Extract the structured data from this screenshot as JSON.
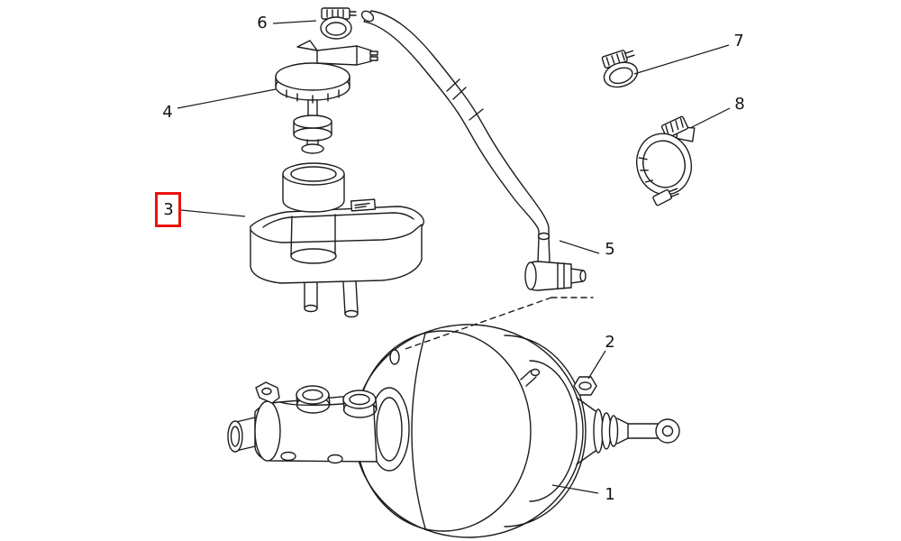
{
  "diagram": {
    "background_color": "#ffffff",
    "line_color": "#1c1c1c",
    "highlight_color": "#e8130c",
    "callouts": [
      {
        "label": "1",
        "highlighted": false
      },
      {
        "label": "2",
        "highlighted": false
      },
      {
        "label": "3",
        "highlighted": true
      },
      {
        "label": "4",
        "highlighted": false
      },
      {
        "label": "5",
        "highlighted": false
      },
      {
        "label": "6",
        "highlighted": false
      },
      {
        "label": "7",
        "highlighted": false
      },
      {
        "label": "8",
        "highlighted": false
      }
    ]
  }
}
